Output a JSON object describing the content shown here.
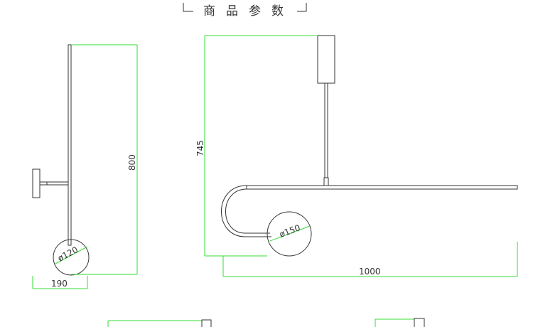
{
  "header": {
    "title_chars": [
      "商",
      "品",
      "参",
      "数"
    ]
  },
  "dimensions": {
    "left_height": "800",
    "left_diameter": "ø120",
    "left_depth": "190",
    "right_height": "745",
    "right_diameter": "ø150",
    "right_width": "1000"
  },
  "colors": {
    "line": "#333333",
    "dimension": "#33dd33",
    "background": "#ffffff"
  }
}
